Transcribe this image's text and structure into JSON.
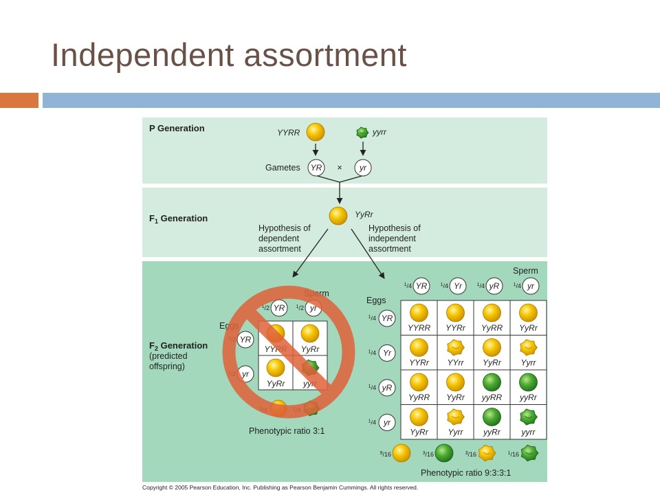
{
  "title": "Independent assortment",
  "copyright": "Copyright © 2005 Pearson Education, Inc. Publishing as Pearson Benjamin Cummings. All rights reserved.",
  "colors": {
    "title": "#6a5147",
    "accent_left": "#d9773f",
    "accent_right": "#90b4d6",
    "panel_light": "#d3ecdf",
    "panel_dark": "#a3d8bd",
    "pea_yellow": "#f5c400",
    "pea_green": "#3e9d2c",
    "no_sign": "#e0623a"
  },
  "p_generation": {
    "label": "P Generation",
    "yellow_genotype": "YYRR",
    "green_genotype": "yyrr",
    "gametes_label": "Gametes",
    "gamete_1": "YR",
    "gamete_2": "yr",
    "cross_symbol": "×"
  },
  "f1_generation": {
    "label_main": "F",
    "label_sub": "1",
    "label_rest": " Generation",
    "genotype": "YyRr",
    "hypothesis_dependent": [
      "Hypothesis of",
      "dependent",
      "assortment"
    ],
    "hypothesis_independent": [
      "Hypothesis of",
      "independent",
      "assortment"
    ]
  },
  "f2_generation": {
    "label_main": "F",
    "label_sub": "2",
    "label_rest": " Generation",
    "label_line2": "(predicted",
    "label_line3": "offspring)"
  },
  "dependent": {
    "sperm_label": "Sperm",
    "eggs_label": "Eggs",
    "sperm": [
      {
        "frac": "1/2",
        "allele": "YR"
      },
      {
        "frac": "1/2",
        "allele": "yr"
      }
    ],
    "eggs": [
      {
        "frac": "1/2",
        "allele": "YR"
      },
      {
        "frac": "1/2",
        "allele": "yr"
      }
    ],
    "cells": [
      {
        "genotype": "YYRR",
        "pea": "yellow-round"
      },
      {
        "genotype": "YyRr",
        "pea": "yellow-round"
      },
      {
        "genotype": "YyRr",
        "pea": "yellow-round"
      },
      {
        "genotype": "yyrr",
        "pea": "green-wrinkled"
      }
    ],
    "ratio_fracs": [
      "3/4",
      "1/4"
    ],
    "phenotypic_ratio": "Phenotypic ratio 3:1"
  },
  "independent": {
    "sperm_label": "Sperm",
    "eggs_label": "Eggs",
    "sperm": [
      {
        "frac": "1/4",
        "allele": "YR"
      },
      {
        "frac": "1/4",
        "allele": "Yr"
      },
      {
        "frac": "1/4",
        "allele": "yR"
      },
      {
        "frac": "1/4",
        "allele": "yr"
      }
    ],
    "eggs": [
      {
        "frac": "1/4",
        "allele": "YR"
      },
      {
        "frac": "1/4",
        "allele": "Yr"
      },
      {
        "frac": "1/4",
        "allele": "yR"
      },
      {
        "frac": "1/4",
        "allele": "yr"
      }
    ],
    "cells": [
      {
        "genotype": "YYRR",
        "pea": "yellow-round"
      },
      {
        "genotype": "YYRr",
        "pea": "yellow-round"
      },
      {
        "genotype": "YyRR",
        "pea": "yellow-round"
      },
      {
        "genotype": "YyRr",
        "pea": "yellow-round"
      },
      {
        "genotype": "YYRr",
        "pea": "yellow-round"
      },
      {
        "genotype": "YYrr",
        "pea": "yellow-wrinkled"
      },
      {
        "genotype": "YyRr",
        "pea": "yellow-round"
      },
      {
        "genotype": "Yyrr",
        "pea": "yellow-wrinkled"
      },
      {
        "genotype": "YyRR",
        "pea": "yellow-round"
      },
      {
        "genotype": "YyRr",
        "pea": "yellow-round"
      },
      {
        "genotype": "yyRR",
        "pea": "green-round"
      },
      {
        "genotype": "yyRr",
        "pea": "green-round"
      },
      {
        "genotype": "YyRr",
        "pea": "yellow-round"
      },
      {
        "genotype": "Yyrr",
        "pea": "yellow-wrinkled"
      },
      {
        "genotype": "yyRr",
        "pea": "green-round"
      },
      {
        "genotype": "yyrr",
        "pea": "green-wrinkled"
      }
    ],
    "ratio_fracs": [
      "9/16",
      "3/16",
      "3/16",
      "1/16"
    ],
    "ratio_peas": [
      "yellow-round",
      "green-round",
      "yellow-wrinkled",
      "green-wrinkled"
    ],
    "phenotypic_ratio": "Phenotypic ratio 9:3:3:1"
  }
}
